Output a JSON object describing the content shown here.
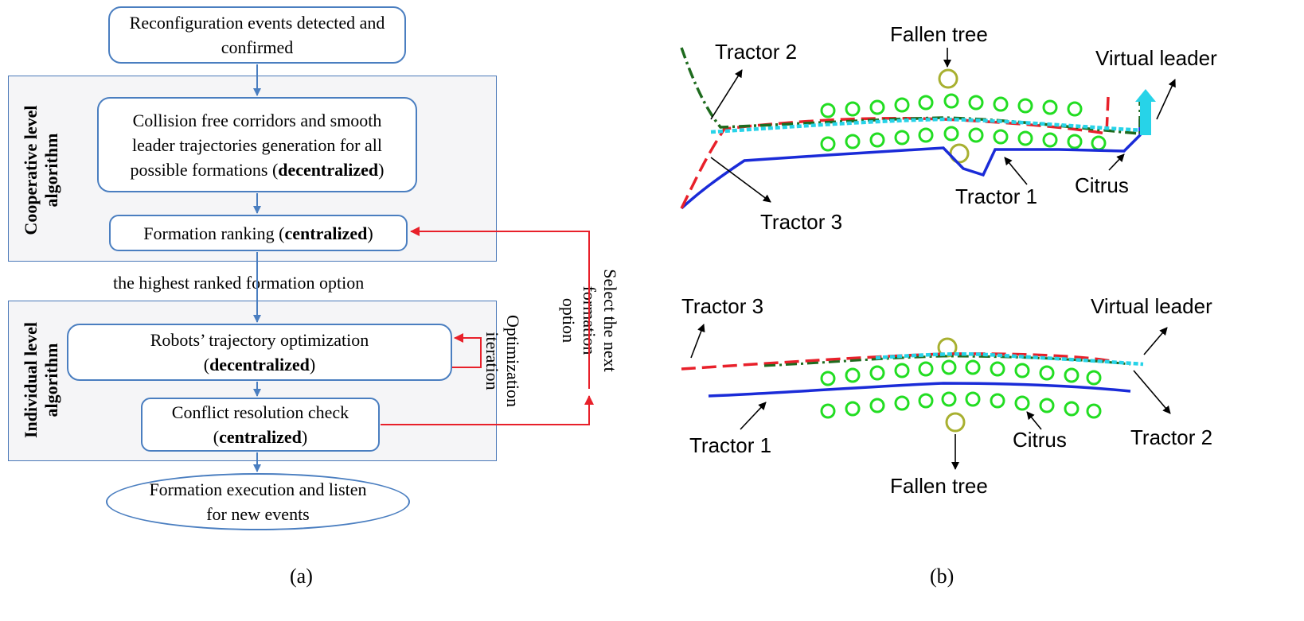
{
  "flowchart": {
    "step1": "Reconfiguration events detected and confirmed",
    "step2_line1": "Collision free corridors and  smooth",
    "step2_line2": "leader trajectories generation for all",
    "step2_line3_pre": "possible formations (",
    "step2_line3_bold": "decentralized",
    "step2_line3_post": ")",
    "step3_pre": "Formation ranking (",
    "step3_bold": "centralized",
    "step3_post": ")",
    "between_label": "the highest ranked formation option",
    "step4_line1": "Robots’ trajectory optimization",
    "step4_line2_pre": "(",
    "step4_line2_bold": "decentralized",
    "step4_line2_post": ")",
    "step5_line1": "Conflict resolution check",
    "step5_line2_pre": "(",
    "step5_line2_bold": "centralized",
    "step5_line2_post": ")",
    "step6": "Formation execution and listen for new events",
    "cooperative_label_1": "Cooperative level",
    "cooperative_label_2": "algorithm",
    "individual_label_1": "Individual level",
    "individual_label_2": "algorithm",
    "optimization_label_1": "Optimization",
    "optimization_label_2": "iteration",
    "select_label_1": "Select the next",
    "select_label_2": "formation",
    "select_label_3": "option"
  },
  "top_scene": {
    "tractor2": "Tractor 2",
    "fallen_tree": "Fallen tree",
    "virtual_leader": "Virtual leader",
    "tractor1": "Tractor 1",
    "citrus": "Citrus",
    "tractor3": "Tractor 3"
  },
  "bottom_scene": {
    "tractor3": "Tractor 3",
    "virtual_leader": "Virtual leader",
    "tractor1": "Tractor 1",
    "citrus": "Citrus",
    "tractor2": "Tractor 2",
    "fallen_tree": "Fallen tree"
  },
  "captions": {
    "a": "(a)",
    "b": "(b)"
  },
  "colors": {
    "box_border": "#4a7ec0",
    "flow_arrow": "#4a7ec0",
    "feedback_arrow": "#e8202a",
    "tractor1": "#1a2bd8",
    "tractor2": "#1e6b1e",
    "tractor3": "#e8202a",
    "virtual_leader": "#27d3e8",
    "citrus": "#22dd22",
    "fallen_tree": "#a8b030"
  }
}
